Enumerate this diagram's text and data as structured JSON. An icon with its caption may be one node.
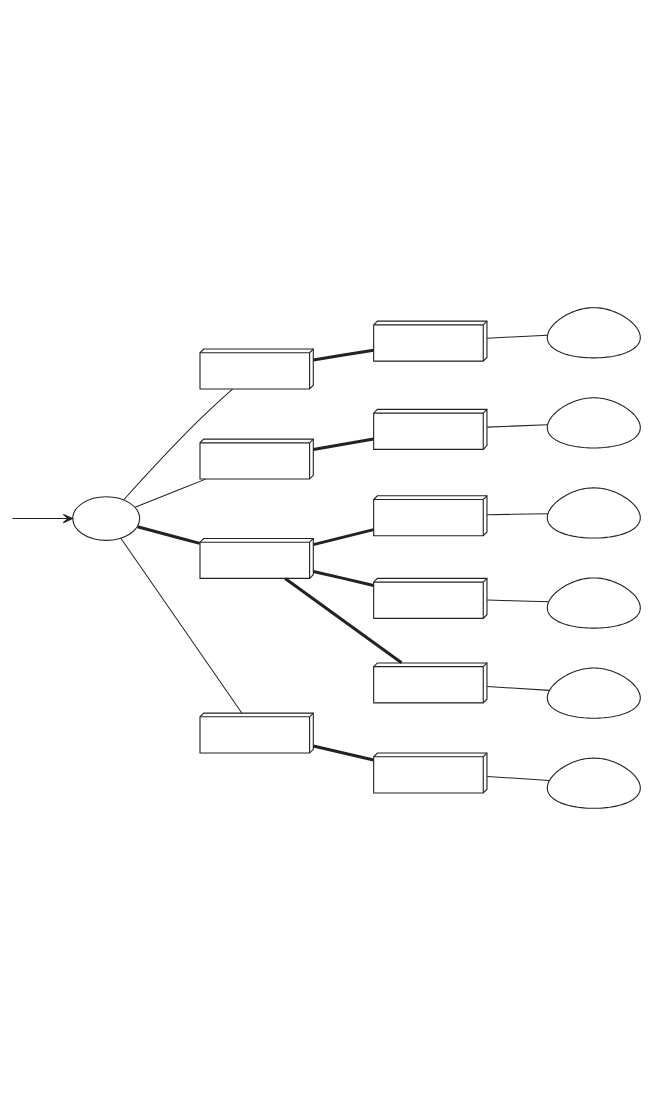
{
  "diagram": {
    "nodes": [
      {
        "text": [],
        "shape": "box"
      },
      {
        "text": [],
        "shape": "box"
      },
      {
        "text": [],
        "shape": "cloud"
      },
      {
        "text": [],
        "shape": "box"
      },
      {
        "text": [],
        "shape": "box"
      },
      {
        "text": [],
        "shape": "cloud"
      },
      {
        "text": [],
        "shape": "box"
      },
      {
        "text": [],
        "shape": "cloud"
      },
      {
        "text": [],
        "shape": "ellipse"
      },
      {
        "text": [],
        "shape": "box"
      },
      {
        "text": [],
        "shape": "box"
      },
      {
        "text": [],
        "shape": "cloud"
      },
      {
        "text": [],
        "shape": "box"
      },
      {
        "text": [],
        "shape": "cloud"
      },
      {
        "text": [],
        "shape": "box"
      },
      {
        "text": [],
        "shape": "box"
      },
      {
        "text": [],
        "shape": "cloud"
      }
    ],
    "edges": [
      {
        "from": null,
        "to": 8,
        "arrow": "to"
      },
      {
        "from": 8,
        "to": 0,
        "arrow": "none"
      },
      {
        "from": 0,
        "to": 1,
        "arrow": "none",
        "style": "thick"
      },
      {
        "from": 1,
        "to": 2,
        "arrow": "none"
      },
      {
        "from": 8,
        "to": 3,
        "arrow": "none"
      },
      {
        "from": 3,
        "to": 4,
        "arrow": "none",
        "style": "thick"
      },
      {
        "from": 4,
        "to": 5,
        "arrow": "none"
      },
      {
        "from": 8,
        "to": 9,
        "arrow": "none",
        "style": "thick"
      },
      {
        "from": 9,
        "to": 6,
        "arrow": "none",
        "style": "thick"
      },
      {
        "from": 9,
        "to": 10,
        "arrow": "none",
        "style": "thick"
      },
      {
        "from": 9,
        "to": 12,
        "arrow": "none",
        "style": "thick"
      },
      {
        "from": 6,
        "to": 7,
        "arrow": "none"
      },
      {
        "from": 10,
        "to": 11,
        "arrow": "none"
      },
      {
        "from": 12,
        "to": 13,
        "arrow": "none"
      },
      {
        "from": 8,
        "to": 14,
        "arrow": "none"
      },
      {
        "from": 14,
        "to": 15,
        "arrow": "none",
        "style": "thick"
      },
      {
        "from": 15,
        "to": 16,
        "arrow": "none"
      }
    ]
  }
}
